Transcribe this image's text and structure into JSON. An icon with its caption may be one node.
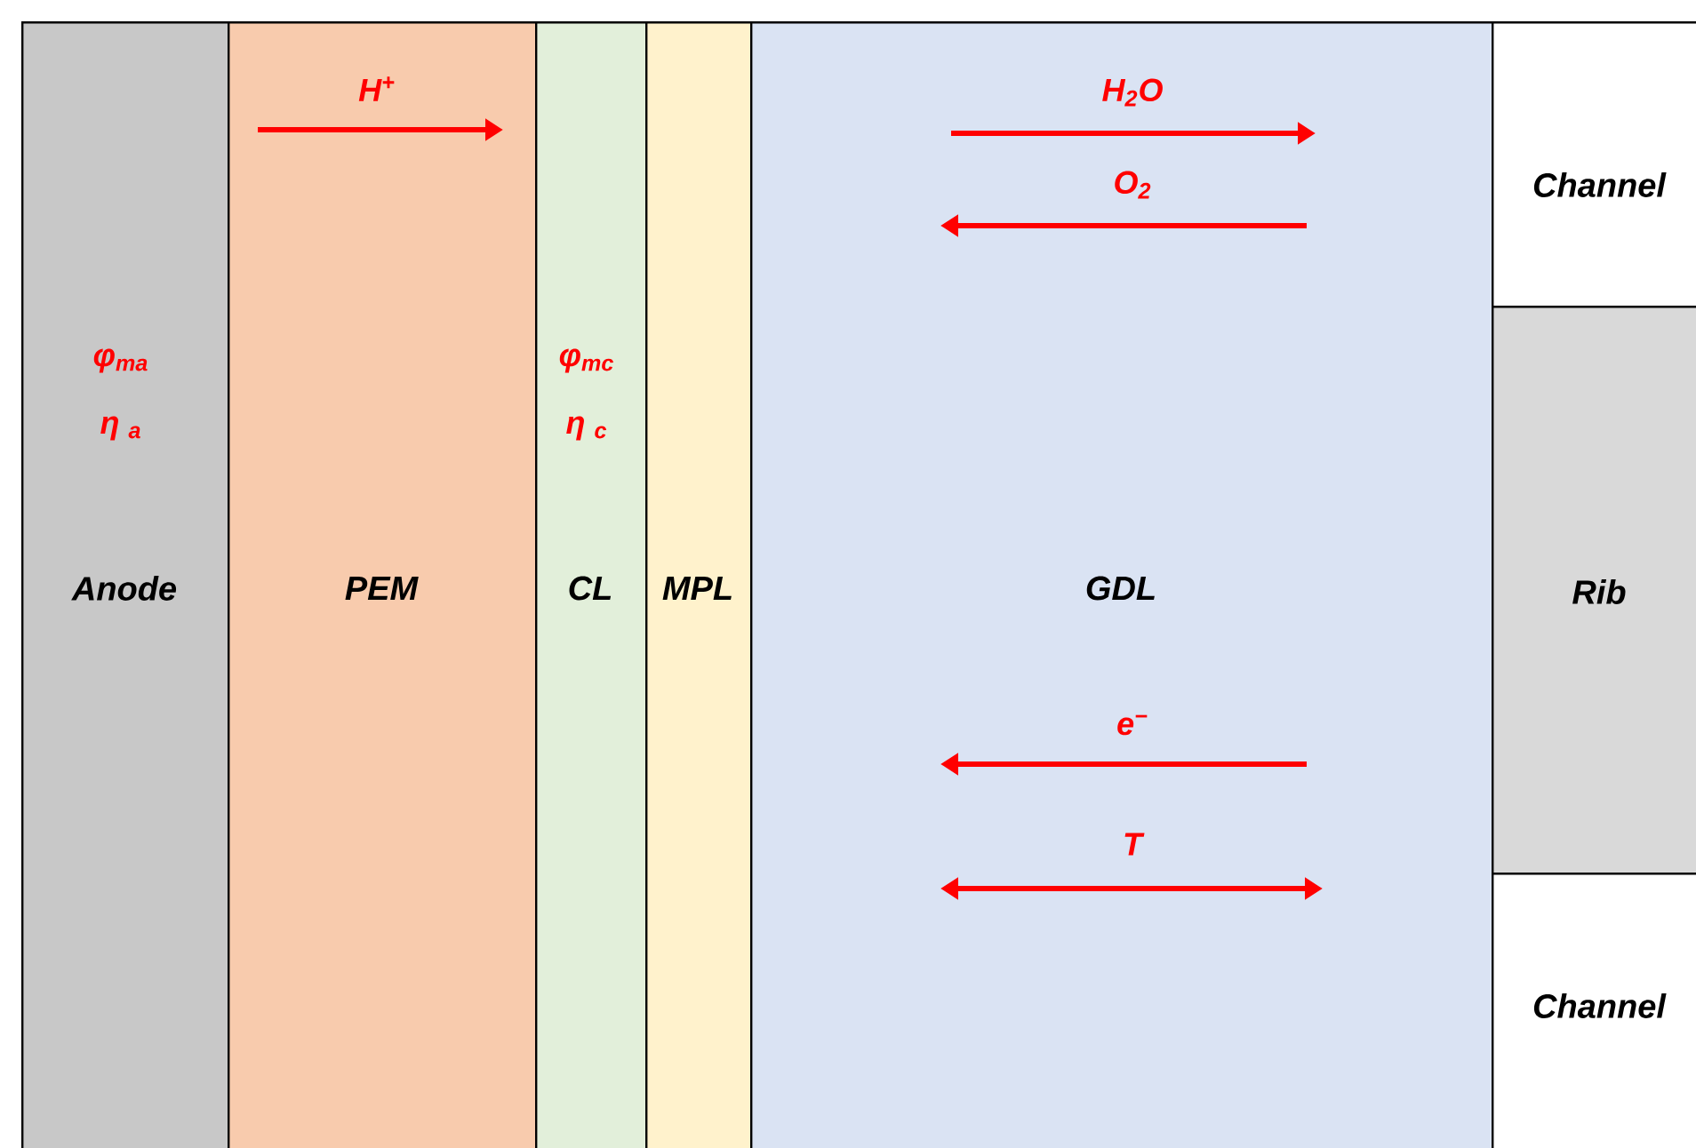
{
  "diagram": {
    "nodes": [
      {
        "text": [
          "Anode"
        ]
      },
      {
        "text": [
          "PEM"
        ]
      },
      {
        "text": [
          "CL"
        ]
      },
      {
        "text": [
          "MPL"
        ]
      },
      {
        "text": [
          "GDL"
        ]
      },
      {
        "text": [
          "Channel"
        ]
      },
      {
        "text": [
          "Rib"
        ]
      },
      {
        "text": [
          "Channel"
        ]
      }
    ],
    "labels": [
      "H$^{+}$",
      "H$_{2}$O",
      "O$_{2}$",
      "φ$_{ma}$",
      "η $_{a}$",
      "φ$_{mc}$",
      "η $_{c}$",
      "e$^{−}$",
      "T"
    ]
  }
}
